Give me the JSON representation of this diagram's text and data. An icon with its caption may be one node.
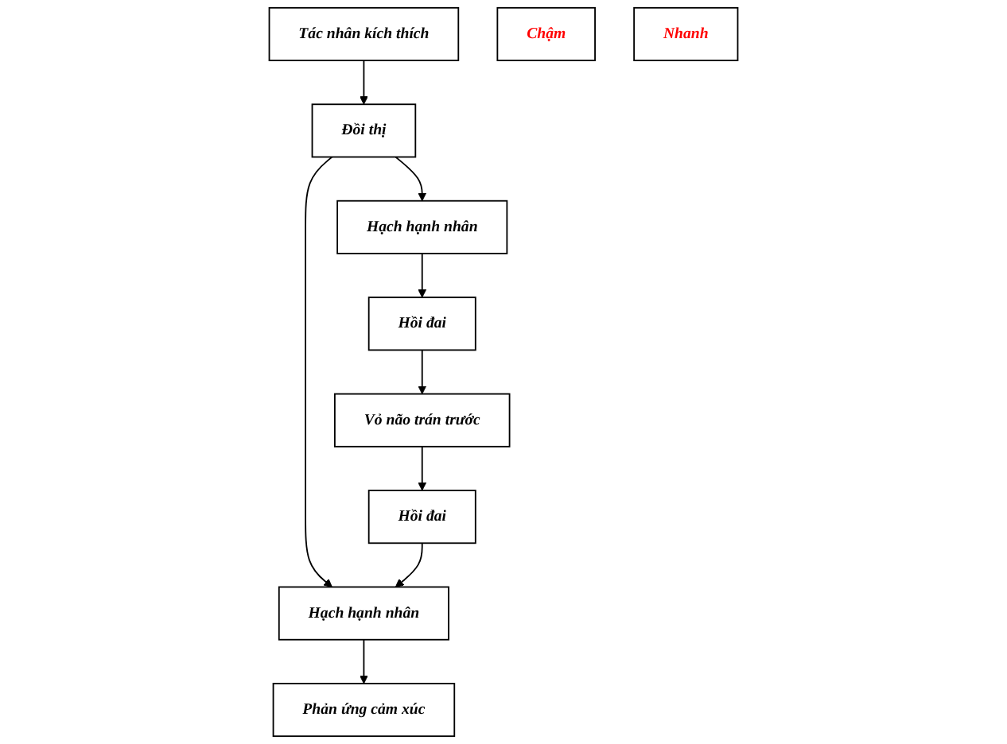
{
  "diagram": {
    "nodes": [
      {
        "text": [
          "Tác nhân kích thích"
        ]
      },
      {
        "text": [
          "Đồi thị"
        ]
      },
      {
        "text": [
          "Hạch hạnh nhân"
        ]
      },
      {
        "text": [
          "Hồi đai"
        ]
      },
      {
        "text": [
          "Vỏ não trán trước"
        ]
      },
      {
        "text": [
          "Chậm"
        ]
      },
      {
        "text": [
          "Nhanh"
        ]
      },
      {
        "text": [
          "Hồi đai"
        ]
      },
      {
        "text": [
          "Hạch hạnh nhân"
        ]
      },
      {
        "text": [
          "Phản ứng cảm xúc"
        ]
      }
    ],
    "edges": [
      {
        "from": 0,
        "to": 1,
        "arrow": "to"
      },
      {
        "from": 1,
        "to": 2,
        "arrow": "to"
      },
      {
        "from": 2,
        "to": 3,
        "arrow": "to"
      },
      {
        "from": 3,
        "to": 4,
        "arrow": "to"
      },
      {
        "from": 4,
        "to": 7,
        "arrow": "to"
      },
      {
        "from": 1,
        "to": 8,
        "arrow": "to"
      },
      {
        "from": 7,
        "to": 8,
        "arrow": "to"
      },
      {
        "from": 8,
        "to": 9,
        "arrow": "to"
      }
    ]
  }
}
